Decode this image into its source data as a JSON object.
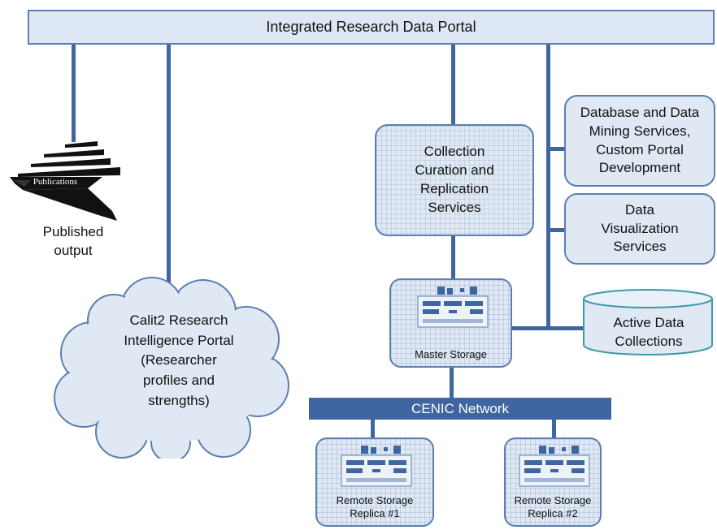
{
  "portal": {
    "title": "Integrated Research Data Portal"
  },
  "publications": {
    "icon_label": "Publications",
    "caption_line1": "Published",
    "caption_line2": "output"
  },
  "cloud": {
    "line1": "Calit2 Research",
    "line2": "Intelligence Portal",
    "line3": "(Researcher",
    "line4": "profiles and",
    "line5": "strengths)"
  },
  "curation": {
    "line1": "Collection",
    "line2": "Curation and",
    "line3": "Replication",
    "line4": "Services"
  },
  "database": {
    "line1": "Database and Data",
    "line2": "Mining  Services,",
    "line3": "Custom Portal",
    "line4": "Development"
  },
  "visualization": {
    "line1": "Data",
    "line2": "Visualization",
    "line3": "Services"
  },
  "active": {
    "line1": "Active  Data",
    "line2": "Collections"
  },
  "master": {
    "label": "Master Storage"
  },
  "network": {
    "label": "CENIC Network"
  },
  "replica1": {
    "line1": "Remote Storage",
    "line2": "Replica #1"
  },
  "replica2": {
    "line1": "Remote Storage",
    "line2": "Replica #2"
  },
  "colors": {
    "line": "#3f66a0",
    "box_fill": "#dfe8f3",
    "box_border": "#5a7fb0",
    "cylinder_border": "#3a9aa8"
  }
}
